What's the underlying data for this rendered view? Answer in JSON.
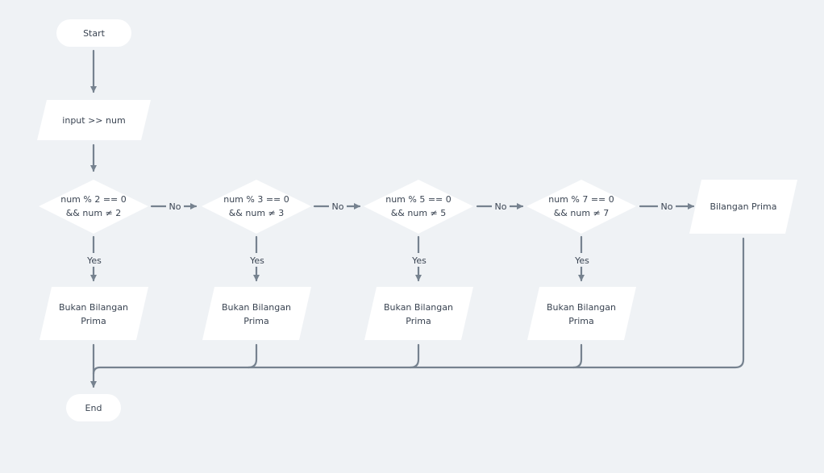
{
  "start": {
    "label": "Start"
  },
  "input": {
    "label": "input >> num"
  },
  "end": {
    "label": "End"
  },
  "decisions": [
    {
      "line1": "num % 2 == 0",
      "line2": "&& num ≠ 2"
    },
    {
      "line1": "num % 3 == 0",
      "line2": "&& num ≠ 3"
    },
    {
      "line1": "num % 5 == 0",
      "line2": "&& num ≠ 5"
    },
    {
      "line1": "num % 7 == 0",
      "line2": "&& num ≠ 7"
    }
  ],
  "outputs": [
    {
      "line1": "Bukan Bilangan",
      "line2": "Prima"
    },
    {
      "line1": "Bukan Bilangan",
      "line2": "Prima"
    },
    {
      "line1": "Bukan Bilangan",
      "line2": "Prima"
    },
    {
      "line1": "Bukan Bilangan",
      "line2": "Prima"
    }
  ],
  "prime_output": {
    "label": "Bilangan Prima"
  },
  "edge_labels": {
    "no": [
      "No",
      "No",
      "No",
      "No"
    ],
    "yes": [
      "Yes",
      "Yes",
      "Yes",
      "Yes"
    ]
  }
}
